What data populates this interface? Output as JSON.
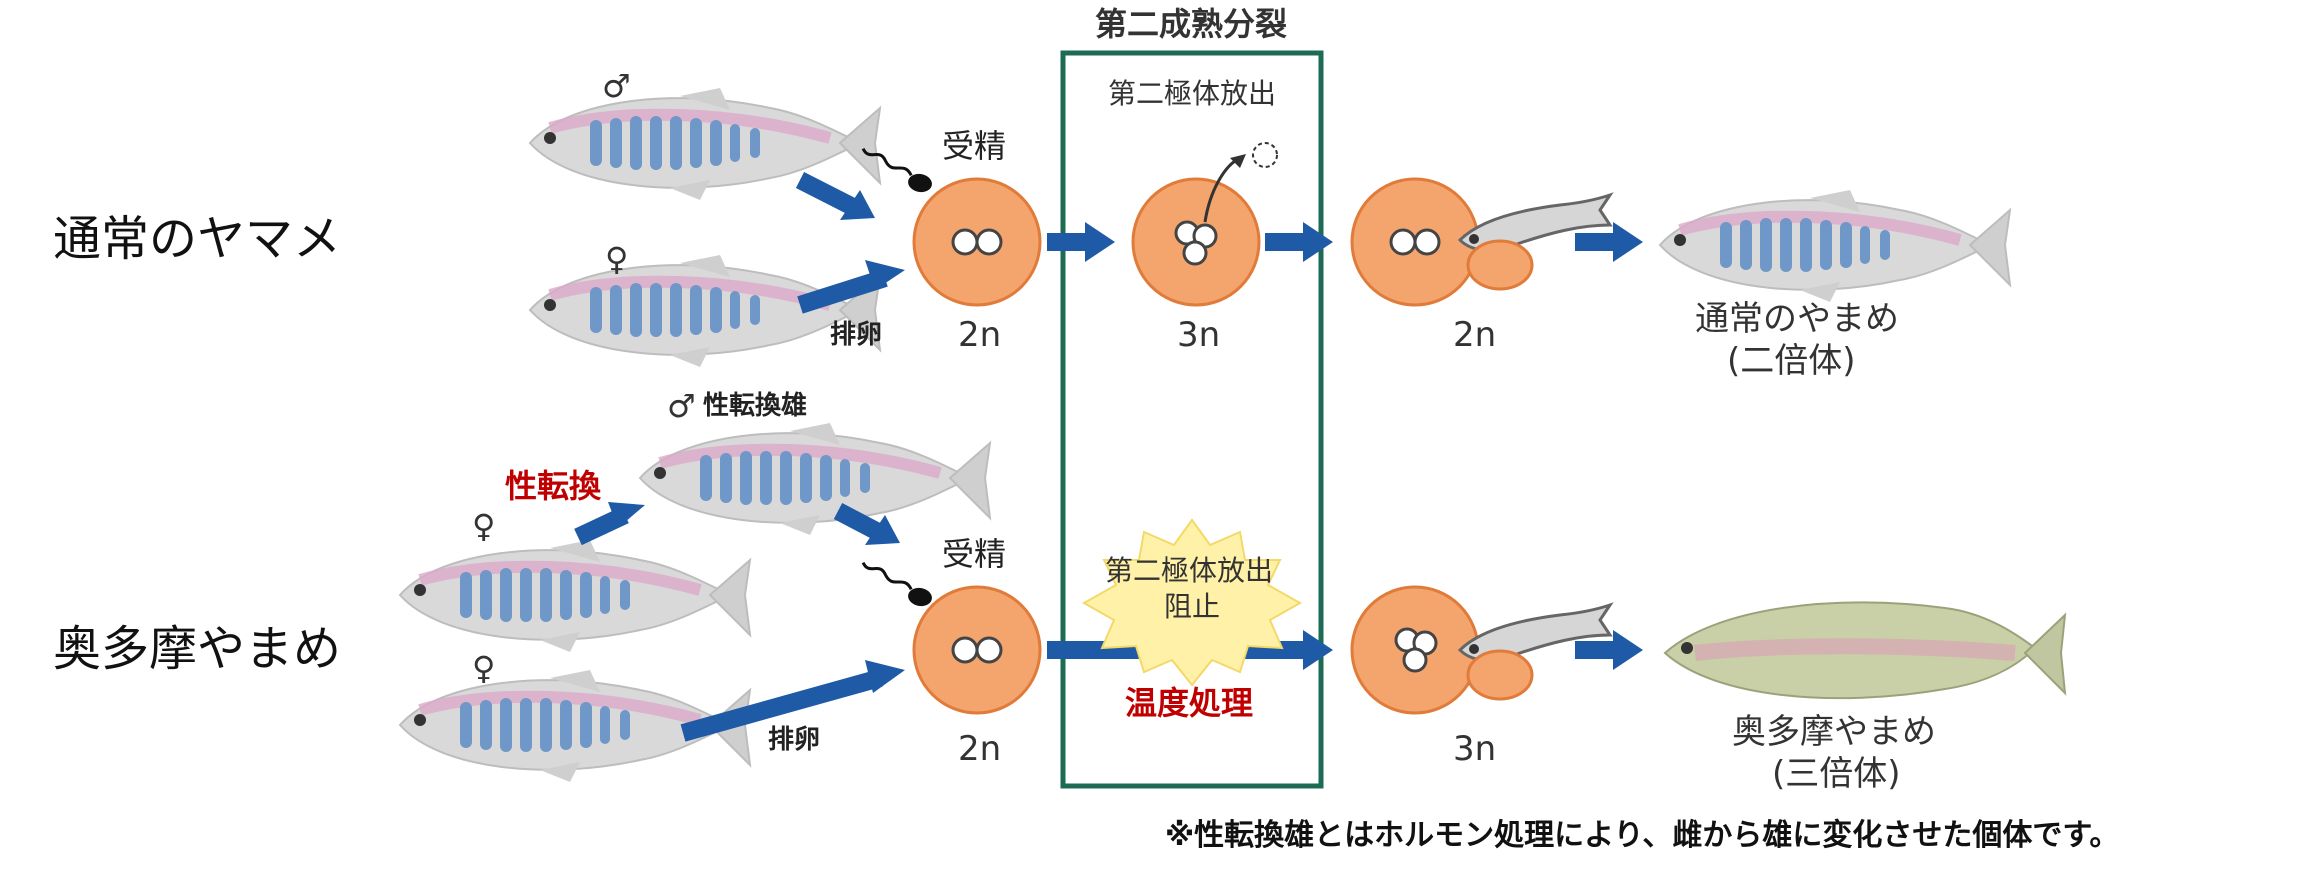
{
  "rows": {
    "normal": "通常のヤマメ",
    "okutama": "奥多摩やまめ"
  },
  "box_title": "第二成熟分裂",
  "symbols": {
    "male": "♂",
    "female": "♀"
  },
  "labels": {
    "sex_reversed_male": "性転換雄",
    "sex_reversal": "性転換",
    "fertilization": "受精",
    "ovulation": "排卵",
    "polar_body_release": "第二極体放出",
    "polar_body_block_line1": "第二極体放出",
    "polar_body_block_line2": "阻止",
    "temperature_treatment": "温度処理"
  },
  "ploidy": {
    "two": "2n",
    "three": "3n"
  },
  "results": {
    "normal_line1": "通常のやまめ",
    "normal_line2": "(二倍体)",
    "okutama_line1": "奥多摩やまめ",
    "okutama_line2": "(三倍体)"
  },
  "footnote": "※性転換雄とはホルモン処理により、雌から雄に変化させた個体です。",
  "colors": {
    "arrow": "#1f5aa6",
    "egg": "#f4a46d",
    "egg_stroke": "#e07b3a",
    "box": "#1e6b55",
    "red_text": "#c00000",
    "fish_body": "#d8d8d8",
    "fish_stripe": "#6f97c8",
    "fish_pink": "#d9a0c0",
    "burst": "#fff2a8"
  }
}
